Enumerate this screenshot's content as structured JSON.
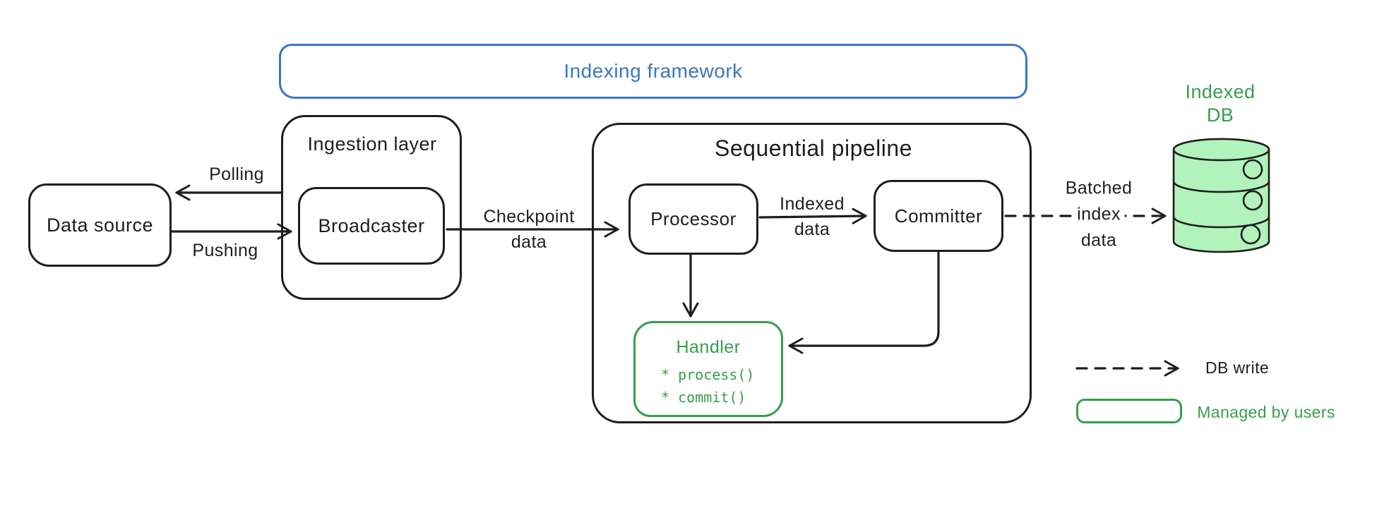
{
  "banner": {
    "label": "Indexing framework"
  },
  "nodes": {
    "data_source": {
      "label": "Data source"
    },
    "ingestion_layer": {
      "label": "Ingestion layer"
    },
    "broadcaster": {
      "label": "Broadcaster"
    },
    "sequential_pipeline": {
      "label": "Sequential pipeline"
    },
    "processor": {
      "label": "Processor"
    },
    "committer": {
      "label": "Committer"
    },
    "handler": {
      "label": "Handler",
      "methods": [
        "* process()",
        "* commit()"
      ]
    },
    "indexed_db": {
      "line1": "Indexed",
      "line2": "DB"
    }
  },
  "edges": {
    "polling": {
      "label": "Polling"
    },
    "pushing": {
      "label": "Pushing"
    },
    "checkpoint": {
      "line1": "Checkpoint",
      "line2": "data"
    },
    "indexed": {
      "line1": "Indexed",
      "line2": "data"
    },
    "batched": {
      "line1": "Batched",
      "line2": "index",
      "line3": "data"
    }
  },
  "legend": {
    "db_write": {
      "label": "DB write"
    },
    "managed_by_users": {
      "label": "Managed by users"
    }
  },
  "colors": {
    "ink": "#1e1e1e",
    "blue": "#3b77c2",
    "green": "#369e4b",
    "green_fill": "#b2f2bb",
    "background": "#ffffff"
  }
}
